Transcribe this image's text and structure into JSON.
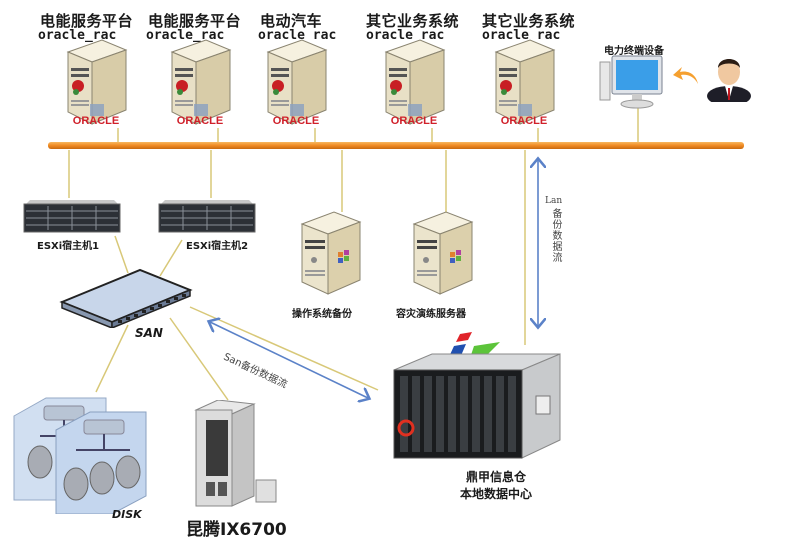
{
  "colors": {
    "bus": "#f0962e",
    "wire": "#d8c878",
    "flow_arrow": "#5b82c8",
    "server_body": "#ece4cc",
    "oracle_red": "#d0202a",
    "ik_red": "#e0242a",
    "ik_blue": "#2050b0",
    "ik_green": "#5cc43a"
  },
  "top_servers": [
    {
      "name": "电能服务平台",
      "db": "oracle_rac",
      "logo": "ORACLE"
    },
    {
      "name": "电能服务平台",
      "db": "oracle_rac",
      "logo": "ORACLE"
    },
    {
      "name": "电动汽车",
      "db": "oracle rac",
      "logo": "ORACLE"
    },
    {
      "name": "其它业务系统",
      "db": "oracle rac",
      "logo": "ORACLE"
    },
    {
      "name": "其它业务系统",
      "db": "oracle rac",
      "logo": "ORACLE"
    }
  ],
  "terminal": {
    "label": "电力终端设备",
    "icon": "monitor-icon"
  },
  "user": {
    "icon": "user-icon"
  },
  "esxi_hosts": [
    {
      "label": "ESXi宿主机1"
    },
    {
      "label": "ESXi宿主机2"
    }
  ],
  "mid_servers": [
    {
      "label": "操作系统备份"
    },
    {
      "label": "容灾演练服务器"
    }
  ],
  "san": {
    "label": "SAN"
  },
  "san_flow": {
    "label": "San备份数据流"
  },
  "lan_flow": {
    "label_en": "Lan",
    "label_cn": "备份数据流"
  },
  "disk": {
    "label": "DISK"
  },
  "storage": {
    "label": "昆腾IX6700"
  },
  "datacenter": {
    "line1": "鼎甲信息仓",
    "line2": "本地数据中心",
    "logo": "iK"
  }
}
